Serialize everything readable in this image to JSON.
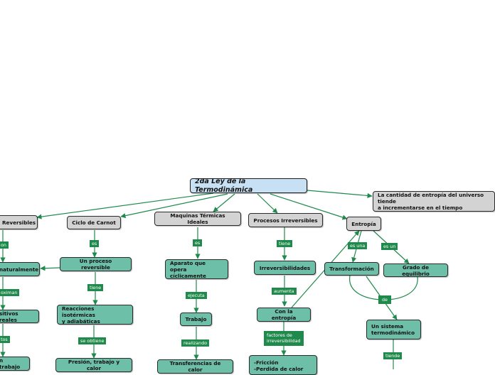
{
  "title": "2da Ley de la Termodinámica",
  "nodes": {
    "entropy_def": "La cantidad de entropía del universo tiende\na incrementarse en el tiempo",
    "reversibles": "Reversibles",
    "carnot": "Ciclo de Carnot",
    "maquinas": "Maquinas Térmicas Ideales",
    "irreversibles": "Procesos Irreversibles",
    "entropia": "Entropía",
    "naturalmente": "naturalmente",
    "proceso_rev": "Un proceso reversible",
    "aparato": "Aparato que opera\ncíclicamente",
    "irreversibilidades": "Irreversibilidades",
    "transformacion": "Transformación",
    "grado": "Grado de equilibrio",
    "reacciones": "Reacciones isotérmicas\ny adiabáticas",
    "dispositivos": "sitivos reales",
    "con_entropia": "Con la entropía",
    "trabajo": "Trabajo",
    "sistema": "Un sistema\ntermodinámico",
    "un_trabajo": "n trabajo",
    "presion": "Presión, trabajo y calor",
    "transferencias": "Transferencias de calor",
    "friccion": "-Fricción\n-Perdida de calor"
  },
  "labels": {
    "on": "on",
    "es_carnot": "es",
    "es_maq": "es",
    "tiene": "tiene",
    "es_una": "es una",
    "es_un": "es un",
    "aproximan": "oximan",
    "tiene2": "tiene",
    "ejecuta": "ejecuta",
    "aumenta": "aumenta",
    "de": "de",
    "tos": "tos",
    "se_obtiene": "se obtiene",
    "realizando": "realizando",
    "factores": "factores de\nirreversibilidad",
    "tiende": "tiende"
  },
  "colors": {
    "edge": "#1f8a4c",
    "node_teal": "#6dbfa8",
    "node_grey": "#d3d3d3",
    "root": "#c8e0f4"
  }
}
